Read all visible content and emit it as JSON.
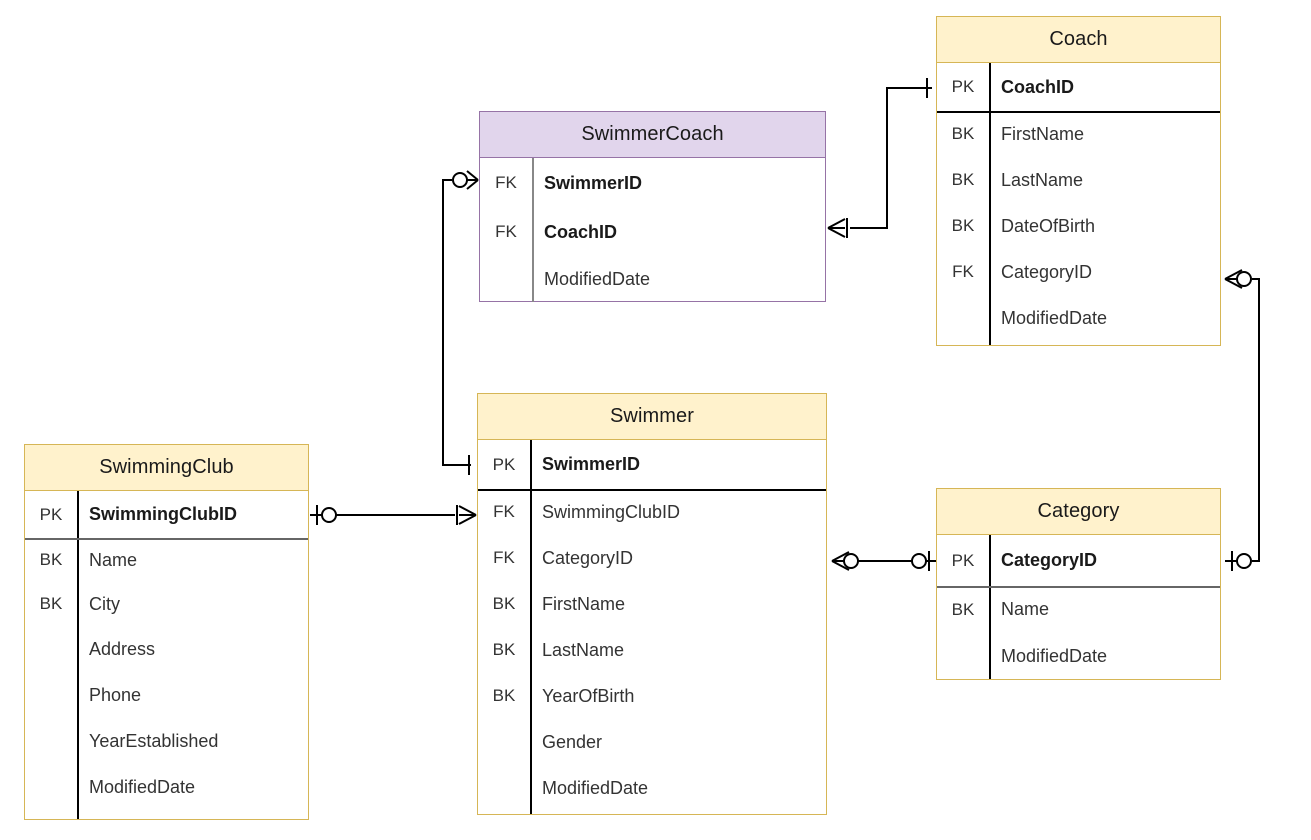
{
  "diagram": {
    "title": "Swimming Club ER Diagram",
    "type": "entity-relationship-diagram",
    "colors": {
      "entity_header_yellow": "#fff2cc",
      "entity_border_yellow": "#d6b656",
      "entity_header_purple": "#e1d5ec",
      "entity_border_purple": "#9673a6",
      "connector": "#000000",
      "canvas": "#ffffff"
    }
  },
  "entities": {
    "swimmer_coach": {
      "name": "SwimmerCoach",
      "theme": "purple",
      "attributes": [
        {
          "key": "FK",
          "name": "SwimmerID",
          "pk": true
        },
        {
          "key": "FK",
          "name": "CoachID",
          "pk": true
        },
        {
          "key": "",
          "name": "ModifiedDate",
          "pk": false
        }
      ]
    },
    "coach": {
      "name": "Coach",
      "theme": "yellow",
      "attributes": [
        {
          "key": "PK",
          "name": "CoachID",
          "pk": true
        },
        {
          "key": "BK",
          "name": "FirstName",
          "pk": false
        },
        {
          "key": "BK",
          "name": "LastName",
          "pk": false
        },
        {
          "key": "BK",
          "name": "DateOfBirth",
          "pk": false
        },
        {
          "key": "FK",
          "name": "CategoryID",
          "pk": false
        },
        {
          "key": "",
          "name": "ModifiedDate",
          "pk": false
        }
      ]
    },
    "swimmer": {
      "name": "Swimmer",
      "theme": "yellow",
      "attributes": [
        {
          "key": "PK",
          "name": "SwimmerID",
          "pk": true
        },
        {
          "key": "FK",
          "name": "SwimmingClubID",
          "pk": false
        },
        {
          "key": "FK",
          "name": "CategoryID",
          "pk": false
        },
        {
          "key": "BK",
          "name": "FirstName",
          "pk": false
        },
        {
          "key": "BK",
          "name": "LastName",
          "pk": false
        },
        {
          "key": "BK",
          "name": "YearOfBirth",
          "pk": false
        },
        {
          "key": "",
          "name": "Gender",
          "pk": false
        },
        {
          "key": "",
          "name": "ModifiedDate",
          "pk": false
        }
      ]
    },
    "swimming_club": {
      "name": "SwimmingClub",
      "theme": "yellow",
      "attributes": [
        {
          "key": "PK",
          "name": "SwimmingClubID",
          "pk": true
        },
        {
          "key": "BK",
          "name": "Name",
          "pk": false
        },
        {
          "key": "BK",
          "name": "City",
          "pk": false
        },
        {
          "key": "",
          "name": "Address",
          "pk": false
        },
        {
          "key": "",
          "name": "Phone",
          "pk": false
        },
        {
          "key": "",
          "name": "YearEstablished",
          "pk": false
        },
        {
          "key": "",
          "name": "ModifiedDate",
          "pk": false
        }
      ]
    },
    "category": {
      "name": "Category",
      "theme": "yellow",
      "attributes": [
        {
          "key": "PK",
          "name": "CategoryID",
          "pk": true
        },
        {
          "key": "BK",
          "name": "Name",
          "pk": false
        },
        {
          "key": "",
          "name": "ModifiedDate",
          "pk": false
        }
      ]
    }
  },
  "relationships": [
    {
      "id": "club-swimmer",
      "from": "SwimmingClub.SwimmingClubID",
      "to": "Swimmer.SwimmingClubID",
      "from_cardinality": "one-optional",
      "to_cardinality": "many-mandatory"
    },
    {
      "id": "swimmer-swimmercoach",
      "from": "Swimmer.SwimmerID",
      "to": "SwimmerCoach.SwimmerID",
      "from_cardinality": "one-mandatory",
      "to_cardinality": "many-optional"
    },
    {
      "id": "swimmercoach-coach",
      "from": "SwimmerCoach.CoachID",
      "to": "Coach.CoachID",
      "from_cardinality": "many-mandatory",
      "to_cardinality": "one-mandatory"
    },
    {
      "id": "swimmer-category",
      "from": "Swimmer.CategoryID",
      "to": "Category.CategoryID",
      "from_cardinality": "many-optional",
      "to_cardinality": "one-optional"
    },
    {
      "id": "coach-category",
      "from": "Coach.CategoryID",
      "to": "Category.CategoryID",
      "from_cardinality": "many-optional",
      "to_cardinality": "one-optional"
    }
  ]
}
